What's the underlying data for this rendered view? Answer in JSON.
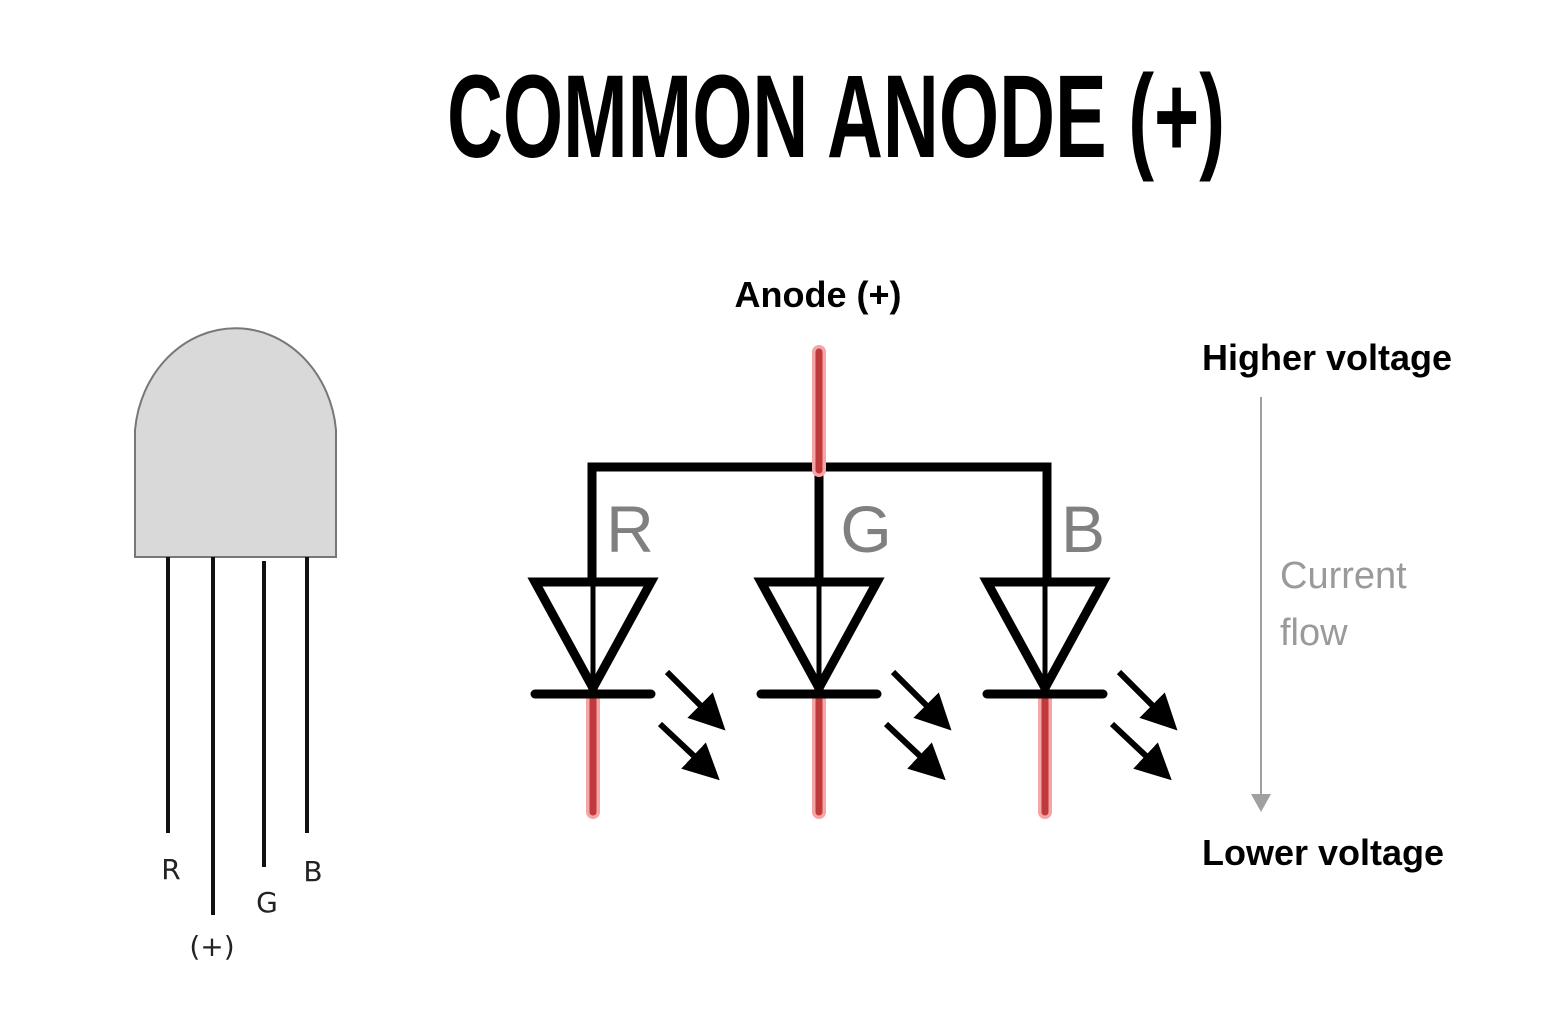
{
  "title": "COMMON ANODE (+)",
  "led_package": {
    "pins": [
      {
        "label": "R"
      },
      {
        "label": "(+)"
      },
      {
        "label": "G"
      },
      {
        "label": "B"
      }
    ]
  },
  "schematic": {
    "anode_label": "Anode (+)",
    "channels": [
      {
        "label": "R"
      },
      {
        "label": "G"
      },
      {
        "label": "B"
      }
    ]
  },
  "voltage_scale": {
    "top_label": "Higher voltage",
    "bottom_label": "Lower voltage",
    "flow_label_line1": "Current",
    "flow_label_line2": "flow"
  },
  "colors": {
    "wire": "#000000",
    "highlight": "#c0393b",
    "highlight_glow": "#f4a5a6",
    "package_fill": "#d9d9d9",
    "arrow_gray": "#a0a0a0"
  }
}
